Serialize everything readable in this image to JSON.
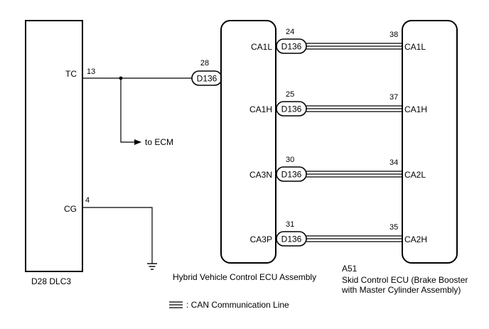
{
  "dlc3": {
    "caption": "D28  DLC3",
    "pins": [
      {
        "name": "TC",
        "number": "13"
      },
      {
        "name": "CG",
        "number": "4"
      }
    ]
  },
  "to_ecm_label": "to ECM",
  "hv_ecu": {
    "caption": "Hybrid Vehicle Control ECU Assembly",
    "tc_pin": {
      "name": "TC",
      "number": "28",
      "connector": "D136"
    },
    "can_pins": [
      {
        "name": "CA1L",
        "number": "24",
        "connector": "D136"
      },
      {
        "name": "CA1H",
        "number": "25",
        "connector": "D136"
      },
      {
        "name": "CA3N",
        "number": "30",
        "connector": "D136"
      },
      {
        "name": "CA3P",
        "number": "31",
        "connector": "D136"
      }
    ]
  },
  "skid_ecu": {
    "code": "A51",
    "caption_line1": "Skid Control ECU (Brake Booster",
    "caption_line2": "with Master Cylinder Assembly)",
    "pins": [
      {
        "name": "CA1L",
        "number": "38"
      },
      {
        "name": "CA1H",
        "number": "37"
      },
      {
        "name": "CA2L",
        "number": "34"
      },
      {
        "name": "CA2H",
        "number": "35"
      }
    ]
  },
  "legend": {
    "label": ": CAN Communication Line"
  }
}
